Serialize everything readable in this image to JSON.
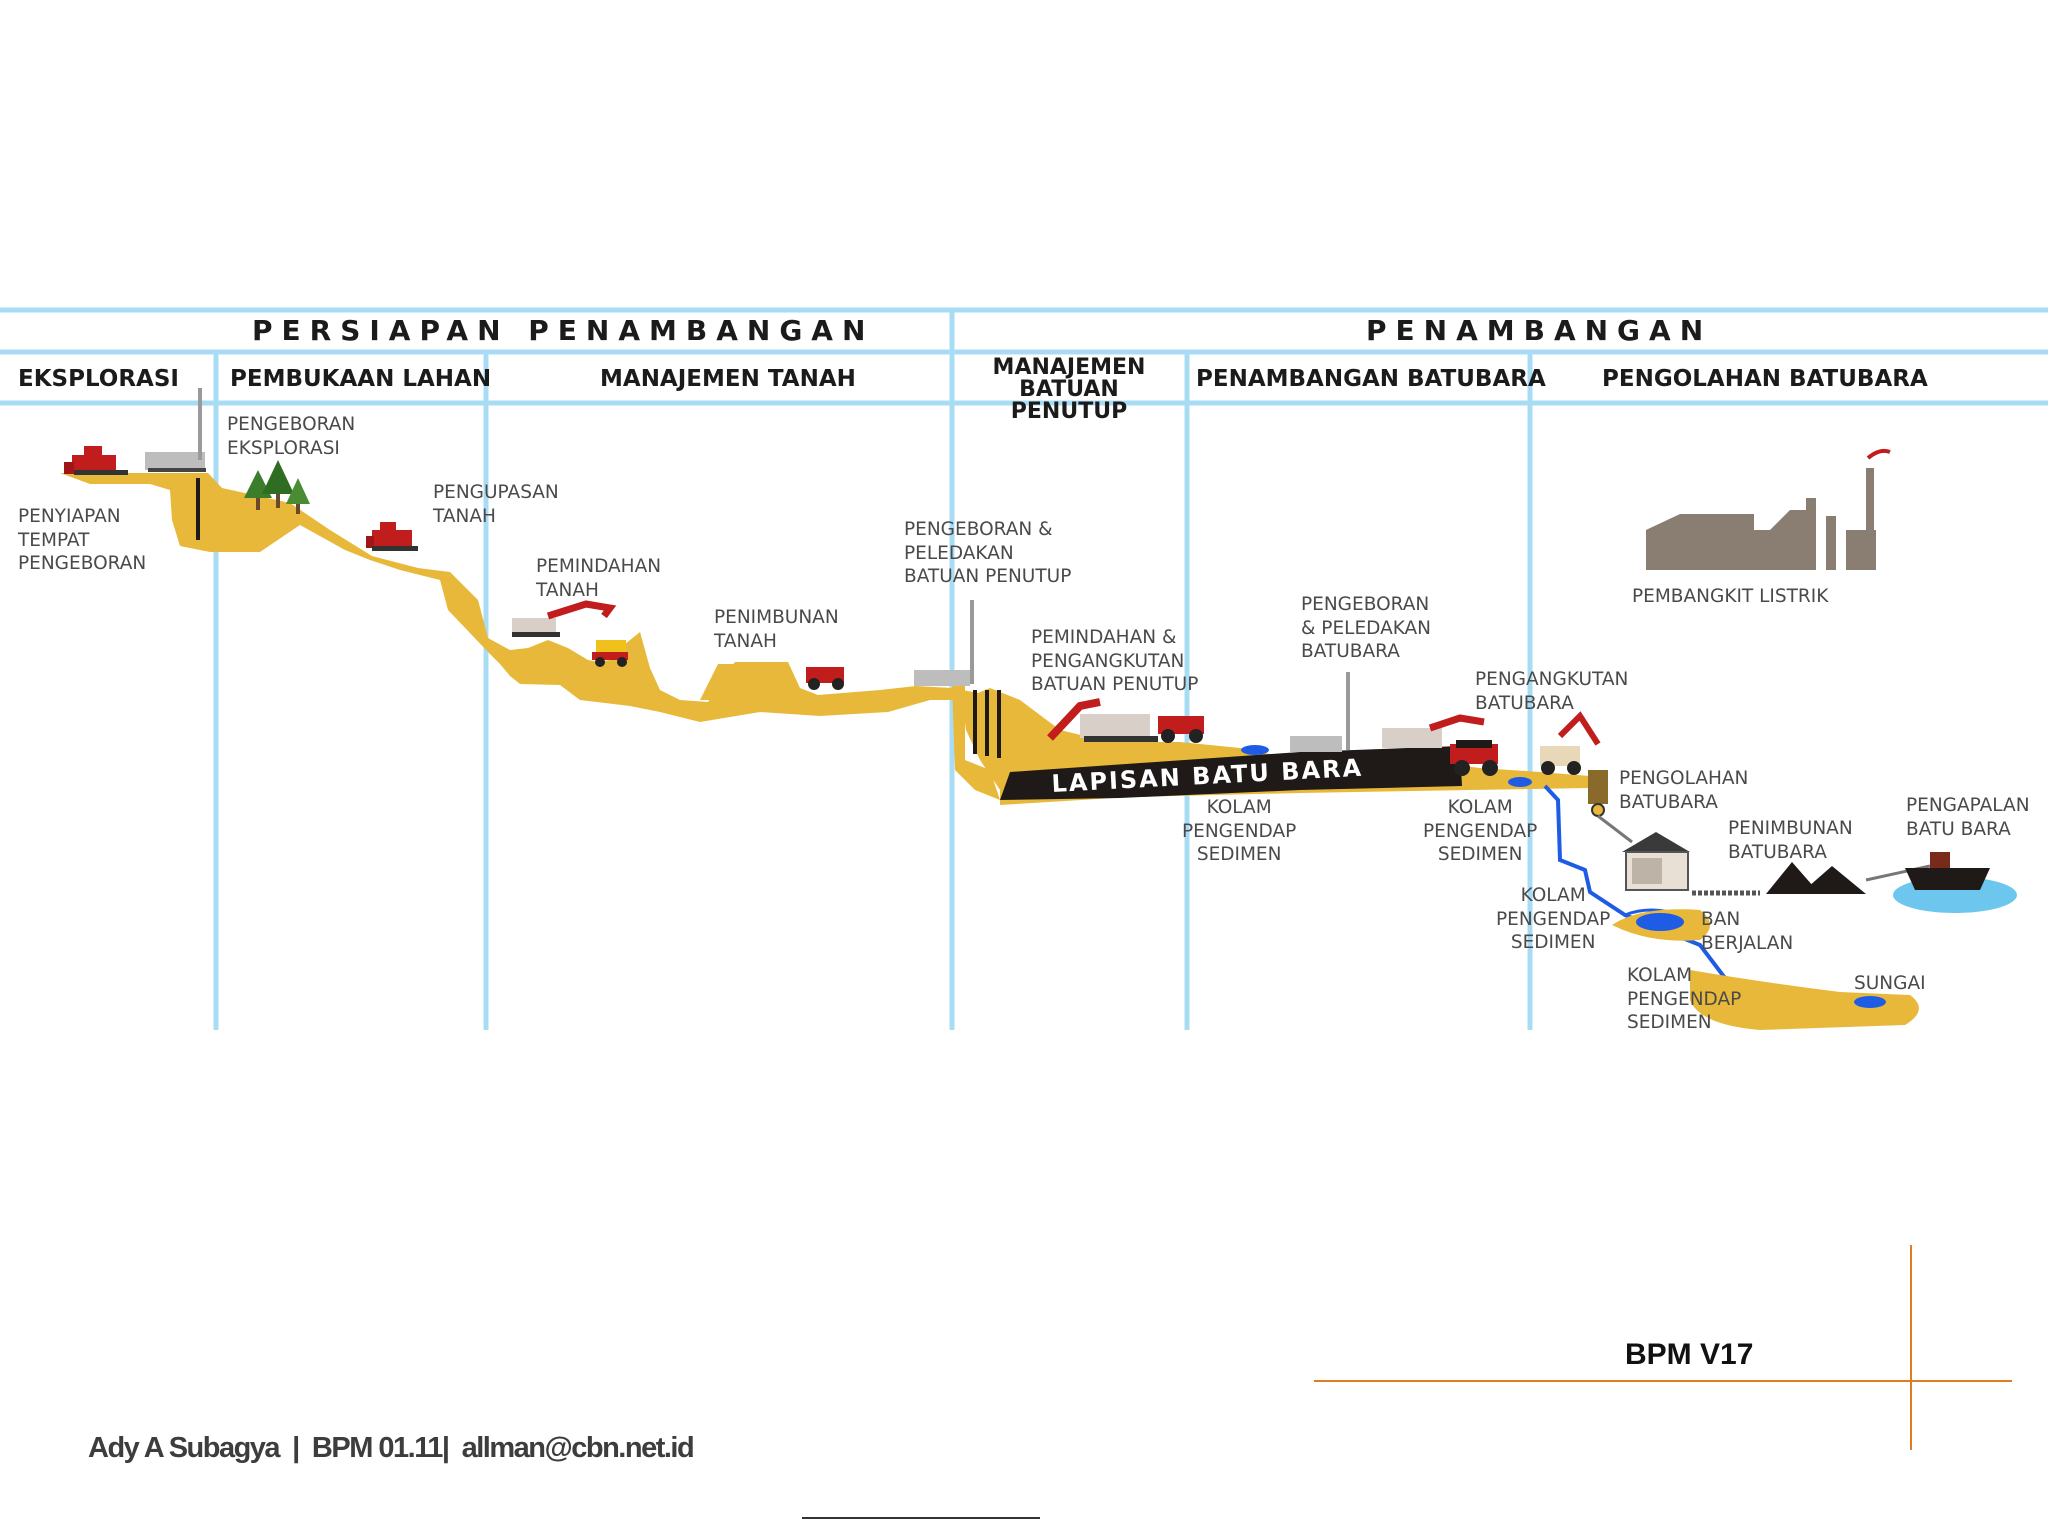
{
  "header": {
    "phase_left": "PERSIAPAN PENAMBANGAN",
    "phase_right": "PENAMBANGAN",
    "stages": {
      "eksplorasi": "EKSPLORASI",
      "pembukaan_lahan": "PEMBUKAAN LAHAN",
      "manajemen_tanah": "MANAJEMEN TANAH",
      "manajemen_batuan_1": "MANAJEMEN",
      "manajemen_batuan_2": "BATUAN PENUTUP",
      "penambangan_batubara": "PENAMBANGAN BATUBARA",
      "pengolahan_batubara": "PENGOLAHAN BATUBARA"
    }
  },
  "labels": {
    "penyiapan": "PENYIAPAN\nTEMPAT\nPENGEBORAN",
    "pengeboran_eksplorasi": "PENGEBORAN\nEKSPLORASI",
    "pengupasan": "PENGUPASAN\nTANAH",
    "pemindahan_tanah": "PEMINDAHAN\nTANAH",
    "penimbunan_tanah": "PENIMBUNAN\nTANAH",
    "pengeboran_peledakan_batuan": "PENGEBORAN &\nPELEDAKAN\nBATUAN PENUTUP",
    "pemindahan_pengangkutan": "PEMINDAHAN &\nPENGANGKUTAN\nBATUAN PENUTUP",
    "pengeboran_peledakan_batubara": "PENGEBORAN\n& PELEDAKAN\nBATUBARA",
    "pengangkutan_batubara": "PENGANGKUTAN\nBATUBARA",
    "pembangkit_listrik": "PEMBANGKIT LISTRIK",
    "pengolahan_batubara": "PENGOLAHAN\nBATUBARA",
    "penimbunan_batubara": "PENIMBUNAN\nBATUBARA",
    "pengapalan": "PENGAPALAN\nBATU BARA",
    "kolam_1": "KOLAM\nPENGENDAP\nSEDIMEN",
    "kolam_2": "KOLAM\nPENGENDAP\nSEDIMEN",
    "kolam_3": "KOLAM\nPENGENDAP\nSEDIMEN",
    "kolam_4": "KOLAM\nPENGENDAP\nSEDIMEN",
    "ban_berjalan": "BAN\nBERJALAN",
    "sungai": "SUNGAI",
    "lapisan": "LAPISAN BATU BARA"
  },
  "footer": {
    "bpm": "BPM V17",
    "credit": "Ady A Subagya  |  BPM 01.11|  allman@cbn.net.id"
  },
  "colors": {
    "ground": "#e8b83a",
    "coal": "#1f1a18",
    "divider": "#a8dcf5",
    "water": "#1f5ce6",
    "machine_red": "#c21d1d",
    "building": "#8a7d72",
    "accent_line": "#e07b26"
  }
}
